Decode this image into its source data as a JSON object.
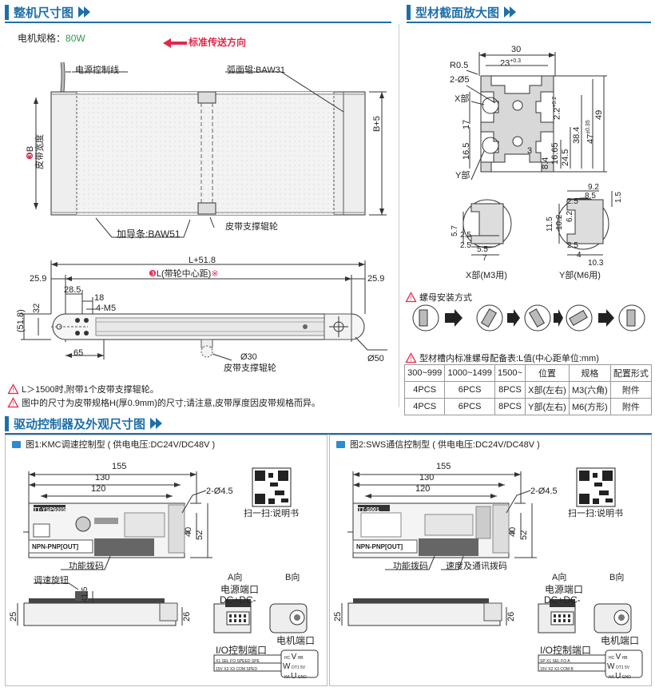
{
  "sections": {
    "motor_dims": "整机尺寸图",
    "profile": "型材截面放大图",
    "driver": "驱动控制器及外观尺寸图"
  },
  "motor": {
    "spec_label": "电机规格：",
    "spec_value": "80W",
    "direction": "标准传送方向",
    "power_line": "电源控制线",
    "arc_roller": "弧面辊:BAW31",
    "belt_width": "皮带宽度",
    "belt_width_letter": "B",
    "b_plus": "B+5",
    "guide_strip": "加导条:BAW51",
    "support_roller": "皮带支撑辊轮",
    "l_total": "L+51.8",
    "l_center": "L(带轮中心距)",
    "note_mark": "※",
    "d_25_9": "25.9",
    "d_28_5": "28.5",
    "d_18": "18",
    "d_4m5": "4-M5",
    "d_32": "32",
    "d_51_8": "(51.8)",
    "d_65": "65",
    "d_phi30": "Ø30",
    "d_phi50": "Ø50",
    "support_roller2": "皮带支撑辊轮"
  },
  "notes": [
    "L＞1500时,附带1个皮带支撑辊轮。",
    "图中的尺寸为皮带规格H(厚0.9mm)的尺寸;请注意,皮带厚度因皮带规格而异。"
  ],
  "profile": {
    "d30": "30",
    "r05": "R0.5",
    "d23": "23",
    "d23tol": "+0.3",
    "d23tol0": "0",
    "d2phi5": "2-Ø5",
    "xpart": "X部",
    "ypart": "Y部",
    "d17": "17",
    "d16_5": "16.5",
    "d2_2": "2.2",
    "d2_2tol": "+0.2",
    "d16_65": "16.65",
    "d24_5": "24.5",
    "d38_4": "38.4",
    "d47": "47",
    "d47tol": "±0.35",
    "d49": "49",
    "d3": "3",
    "d8_4": "8.4",
    "d9_2": "9.2",
    "d8_5": "8.5",
    "d1_5": "1.5",
    "d2_5a": "2.5",
    "d11_5": "11.5",
    "d10_2": "10.2",
    "d6_2": "6.2",
    "d2_5b": "2.5",
    "d4": "4",
    "d10_3": "10.3",
    "d5_7": "5.7",
    "d2_5c": "2.5",
    "d2_5d": "2.5",
    "d5_5": "5.5",
    "d7": "7",
    "x_caption": "X部(M3用)",
    "y_caption": "Y部(M6用)",
    "nut_install": "螺母安装方式",
    "table_title": "型材槽内标准螺母配备表:L值(中心距单位:mm)",
    "table": [
      [
        "300~999",
        "1000~1499",
        "1500~",
        "位置",
        "规格",
        "配置形式"
      ],
      [
        "4PCS",
        "6PCS",
        "8PCS",
        "X部(左右)",
        "M3(六角)",
        "附件"
      ],
      [
        "4PCS",
        "6PCS",
        "8PCS",
        "Y部(左右)",
        "M6(方形)",
        "附件"
      ]
    ]
  },
  "driver": {
    "fig1": "图1:KMC调速控制型 ( 供电电压:DC24V/DC48V )",
    "fig2": "图2:SWS通信控制型 ( 供电电压:DC24V/DC48V )",
    "d155": "155",
    "d130": "130",
    "d120": "120",
    "d2phi45": "2-Ø4.5",
    "d40": "40",
    "d52": "52",
    "scan": "扫一扫:说明书",
    "func_dip": "功能拨码",
    "speed_dip": "速度及通讯拨码",
    "knob": "调速旋钮",
    "d41_5": "41.5",
    "d25": "25",
    "d26": "26",
    "a_dir": "A向",
    "b_dir": "B向",
    "power_port": "电源端口",
    "dc": "DC+DC-",
    "motor_port": "电机端口",
    "io_port": "I/O控制端口",
    "model1": "TT-YSP6005",
    "model2": "TT-S001",
    "npn": "NPN-PNP[OUT]",
    "io1_top": [
      "X1",
      "SEL",
      "FO",
      "SPEED",
      "SPE"
    ],
    "io1_bot": [
      "15V",
      "X2",
      "X3",
      "COM",
      "SPED"
    ],
    "io2_top": [
      "SP",
      "X1",
      "SEL",
      "FO",
      "A"
    ],
    "io2_bot": [
      "15V",
      "X2",
      "X3",
      "COM",
      "B"
    ],
    "mp_hc": "HC",
    "mp_hb": "HB",
    "mp_v": "V",
    "mp_w": "W",
    "mp_ot": "OT1",
    "mp_5v": "5V",
    "mp_ha": "HA",
    "mp_u": "U",
    "mp_gnd": "GND"
  },
  "colors": {
    "title_blue": "#1e6fa8",
    "accent_red": "#e0284a",
    "spec_green": "#2e9a4a",
    "dim_line": "#333333"
  }
}
